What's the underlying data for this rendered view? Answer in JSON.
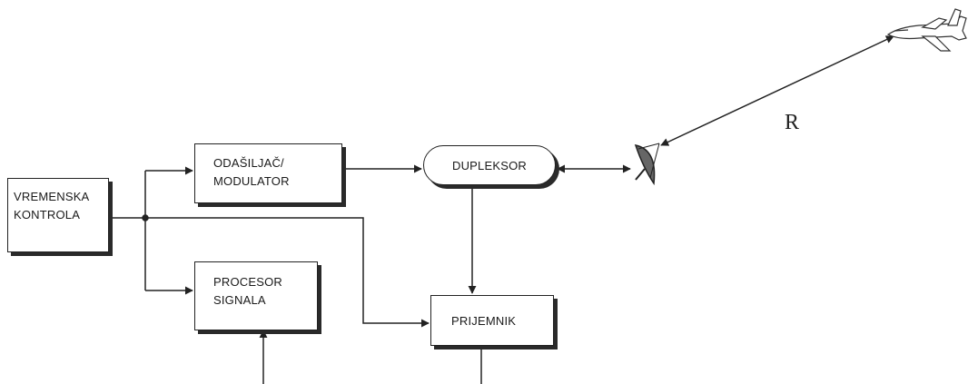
{
  "diagram": {
    "blocks": {
      "vremenska_kontrola": [
        "VREMENSKA",
        "KONTROLA"
      ],
      "odasiljac_modulator": [
        "ODAŠILJAČ/",
        "MODULATOR"
      ],
      "dupleksor": "DUPLEKSOR",
      "procesor_signala": [
        "PROCESOR",
        "SIGNALA"
      ],
      "prijemnik": "PRIJEMNIK"
    },
    "range_label": "R",
    "icons": {
      "antenna": "radar-dish-icon",
      "target": "jet-aircraft-icon"
    }
  }
}
